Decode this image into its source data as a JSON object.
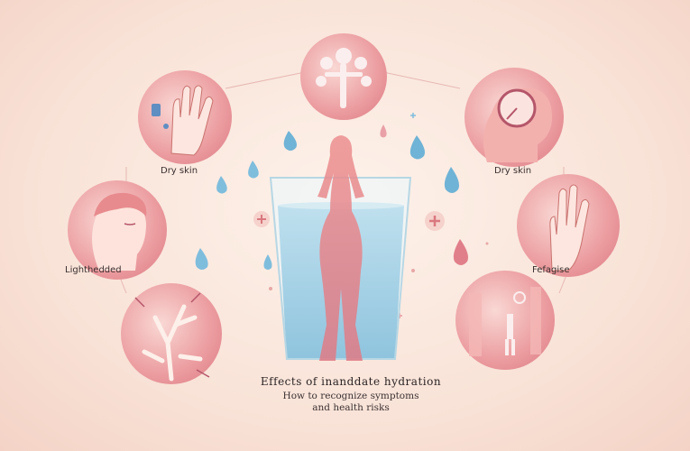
{
  "labels": {
    "top_left": "Dry skin",
    "top_right": "Dry skin",
    "mid_left": "Lighthedded",
    "mid_right": "Fefagise"
  },
  "title": "Effects of inanddate hydration",
  "subtitle_line1": "How to recognize symptoms",
  "subtitle_line2": "and health risks",
  "colors": {
    "background": "#fbeae0",
    "circle_pink": "#e69aa0",
    "circle_light": "#f6c9c4",
    "water_blue": "#a9d3e6",
    "drop_blue": "#6fb3d6",
    "drop_pink": "#e07f8a",
    "figure_pink": "#ea8d8e"
  }
}
